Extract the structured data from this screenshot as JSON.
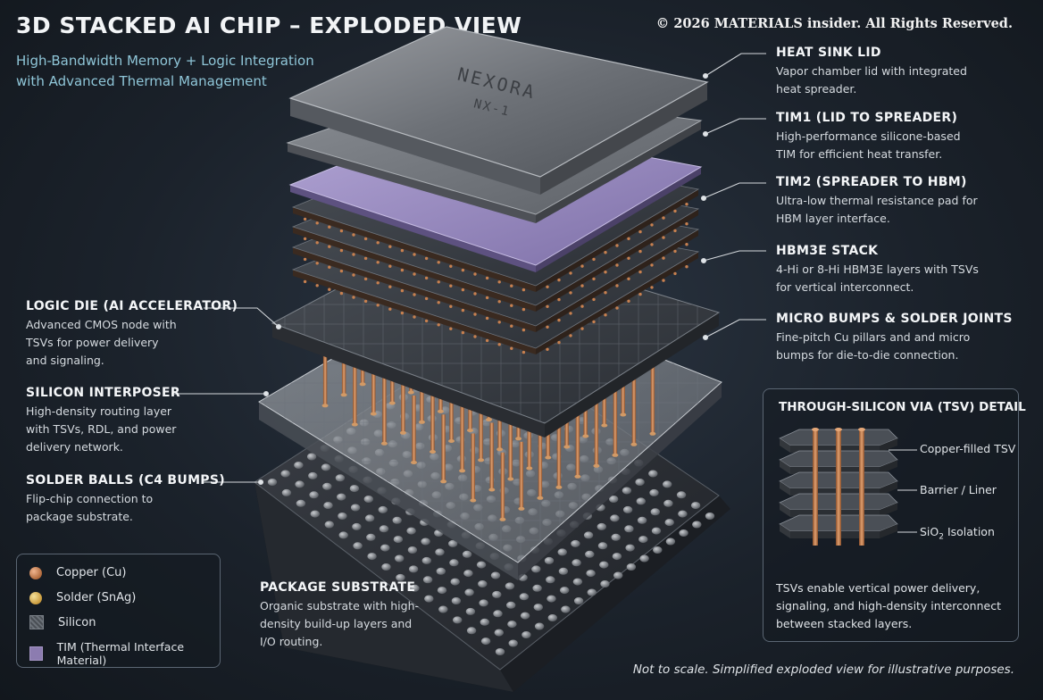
{
  "header": {
    "title": "3D STACKED AI CHIP – EXPLODED VIEW",
    "subtitle": "High-Bandwidth Memory + Logic Integration with Advanced Thermal Management",
    "copyright": "© 2026 MATERIALS insider. All Rights Reserved."
  },
  "chip": {
    "brand": "NEXORA",
    "model": "NX-1"
  },
  "callouts": {
    "heat_sink_lid": {
      "title": "HEAT SINK LID",
      "desc": "Vapor chamber lid with integrated heat spreader."
    },
    "tim1": {
      "title": "TIM1 (LID TO SPREADER)",
      "desc": "High-performance silicone-based TIM for efficient heat transfer."
    },
    "tim2": {
      "title": "TIM2 (SPREADER TO HBM)",
      "desc": "Ultra-low thermal resistance pad for HBM layer interface."
    },
    "hbm3e": {
      "title": "HBM3E STACK",
      "desc": "4-Hi or 8-Hi HBM3E layers with TSVs for vertical interconnect."
    },
    "micro_bumps": {
      "title": "MICRO BUMPS & SOLDER JOINTS",
      "desc": "Fine-pitch Cu pillars and and micro bumps for die-to-die connection."
    },
    "logic_die": {
      "title": "LOGIC DIE (AI ACCELERATOR)",
      "desc": "Advanced CMOS node with TSVs for power delivery and signaling."
    },
    "interposer": {
      "title": "SILICON INTERPOSER",
      "desc": "High-density routing layer with TSVs, RDL, and power delivery network."
    },
    "solder_balls": {
      "title": "SOLDER BALLS (C4 BUMPS)",
      "desc": "Flip-chip connection to package substrate."
    },
    "substrate": {
      "title": "PACKAGE SUBSTRATE",
      "desc": "Organic substrate with high-density build-up layers and I/O routing."
    }
  },
  "legend": [
    {
      "label": "Copper (Cu)",
      "icon": "copper-dot-icon",
      "color": "#c8804f"
    },
    {
      "label": "Solder (SnAg)",
      "icon": "solder-dot-icon",
      "color": "#e3c26a"
    },
    {
      "label": "Silicon",
      "icon": "silicon-swatch-icon",
      "color": "#5a6067"
    },
    {
      "label": "TIM (Thermal Interface Material)",
      "icon": "tim-swatch-icon",
      "color": "#8c7cb0"
    }
  ],
  "tsv_detail": {
    "title": "THROUGH-SILICON VIA (TSV) DETAIL",
    "labels": {
      "copper": "Copper-filled TSV",
      "barrier": "Barrier / Liner",
      "isolation_main": "SiO",
      "isolation_sub": "2",
      "isolation_rest": " Isolation"
    },
    "note": "TSVs enable vertical power delivery, signaling, and high-density interconnect between stacked layers."
  },
  "footnote": "Not to scale. Simplified exploded view for illustrative purposes."
}
